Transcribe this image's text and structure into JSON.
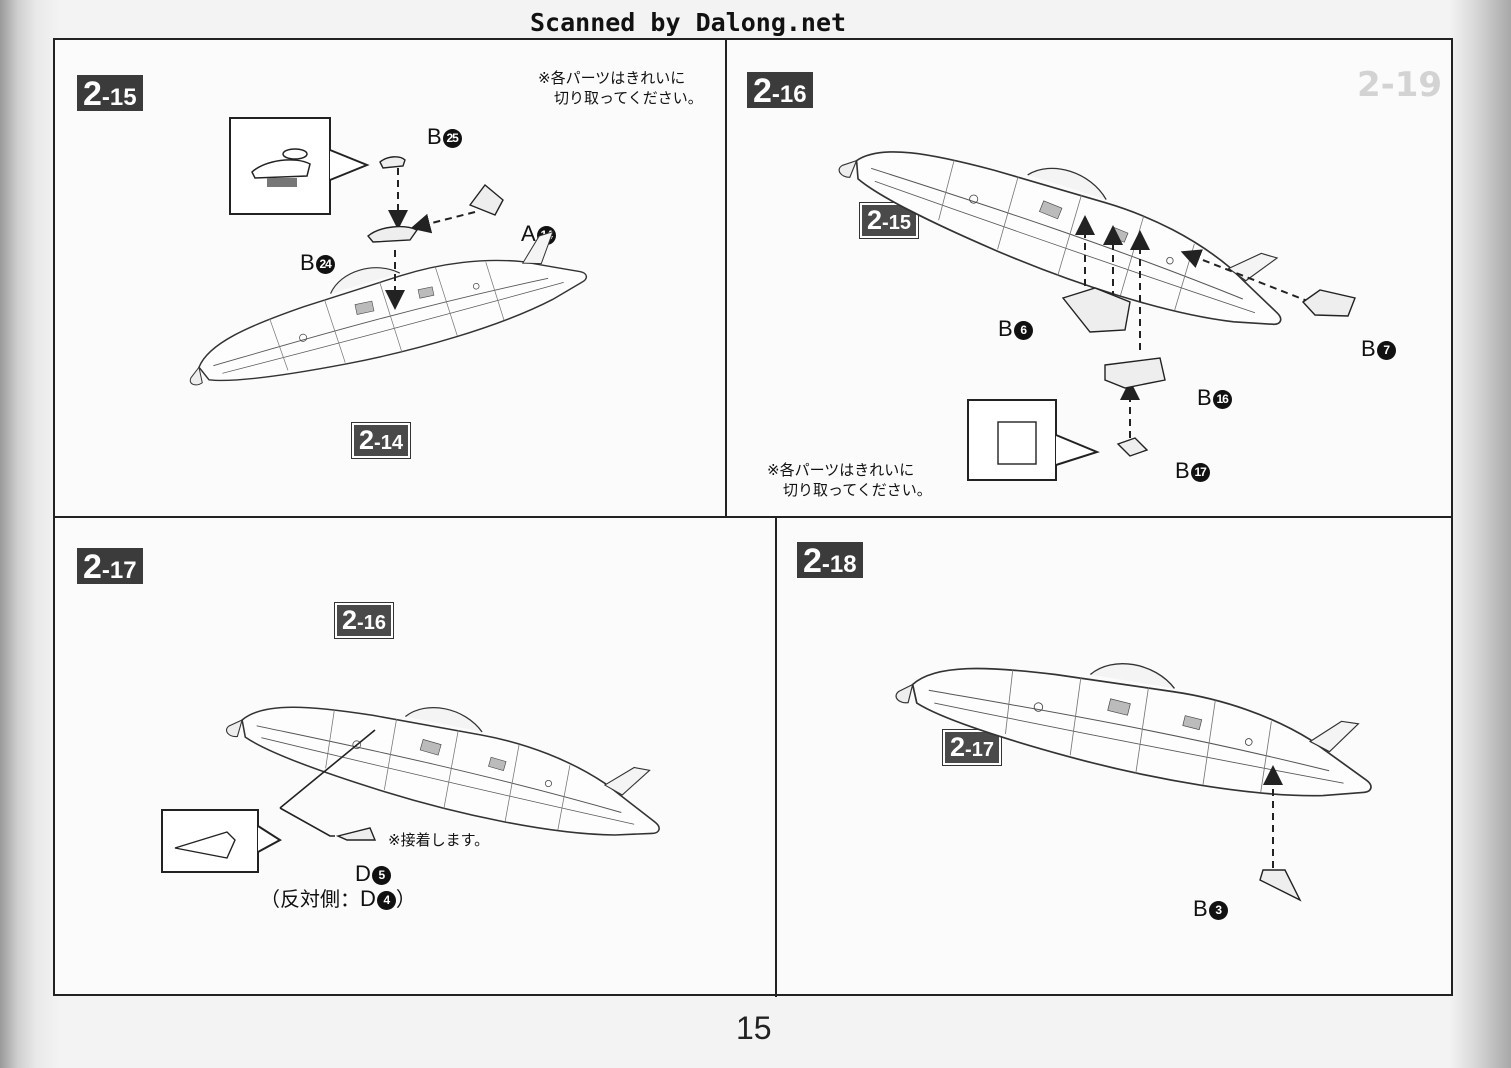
{
  "header": {
    "scanner_credit": "Scanned by Dalong.net"
  },
  "page_number": "15",
  "panels": [
    {
      "step": {
        "major": "2",
        "minor": "-15"
      },
      "note": [
        "※各パーツはきれいに",
        "切り取ってください。"
      ],
      "refs": [
        {
          "major": "2",
          "minor": "-14"
        }
      ],
      "parts": [
        {
          "letter": "B",
          "num": "25"
        },
        {
          "letter": "A",
          "num": "14"
        },
        {
          "letter": "B",
          "num": "24"
        }
      ]
    },
    {
      "step": {
        "major": "2",
        "minor": "-16"
      },
      "note": [
        "※各パーツはきれいに",
        "切り取ってください。"
      ],
      "refs": [
        {
          "major": "2",
          "minor": "-15"
        }
      ],
      "parts": [
        {
          "letter": "B",
          "num": "6"
        },
        {
          "letter": "B",
          "num": "7"
        },
        {
          "letter": "B",
          "num": "16"
        },
        {
          "letter": "B",
          "num": "17"
        }
      ]
    },
    {
      "step": {
        "major": "2",
        "minor": "-17"
      },
      "note": [
        "※接着します。"
      ],
      "refs": [
        {
          "major": "2",
          "minor": "-16"
        }
      ],
      "parts": [
        {
          "letter": "D",
          "num": "5"
        }
      ],
      "opposite": {
        "prefix": "（反対側：",
        "letter": "D",
        "num": "4",
        "suffix": "）"
      }
    },
    {
      "step": {
        "major": "2",
        "minor": "-18"
      },
      "refs": [
        {
          "major": "2",
          "minor": "-17"
        }
      ],
      "parts": [
        {
          "letter": "B",
          "num": "3"
        }
      ]
    }
  ]
}
